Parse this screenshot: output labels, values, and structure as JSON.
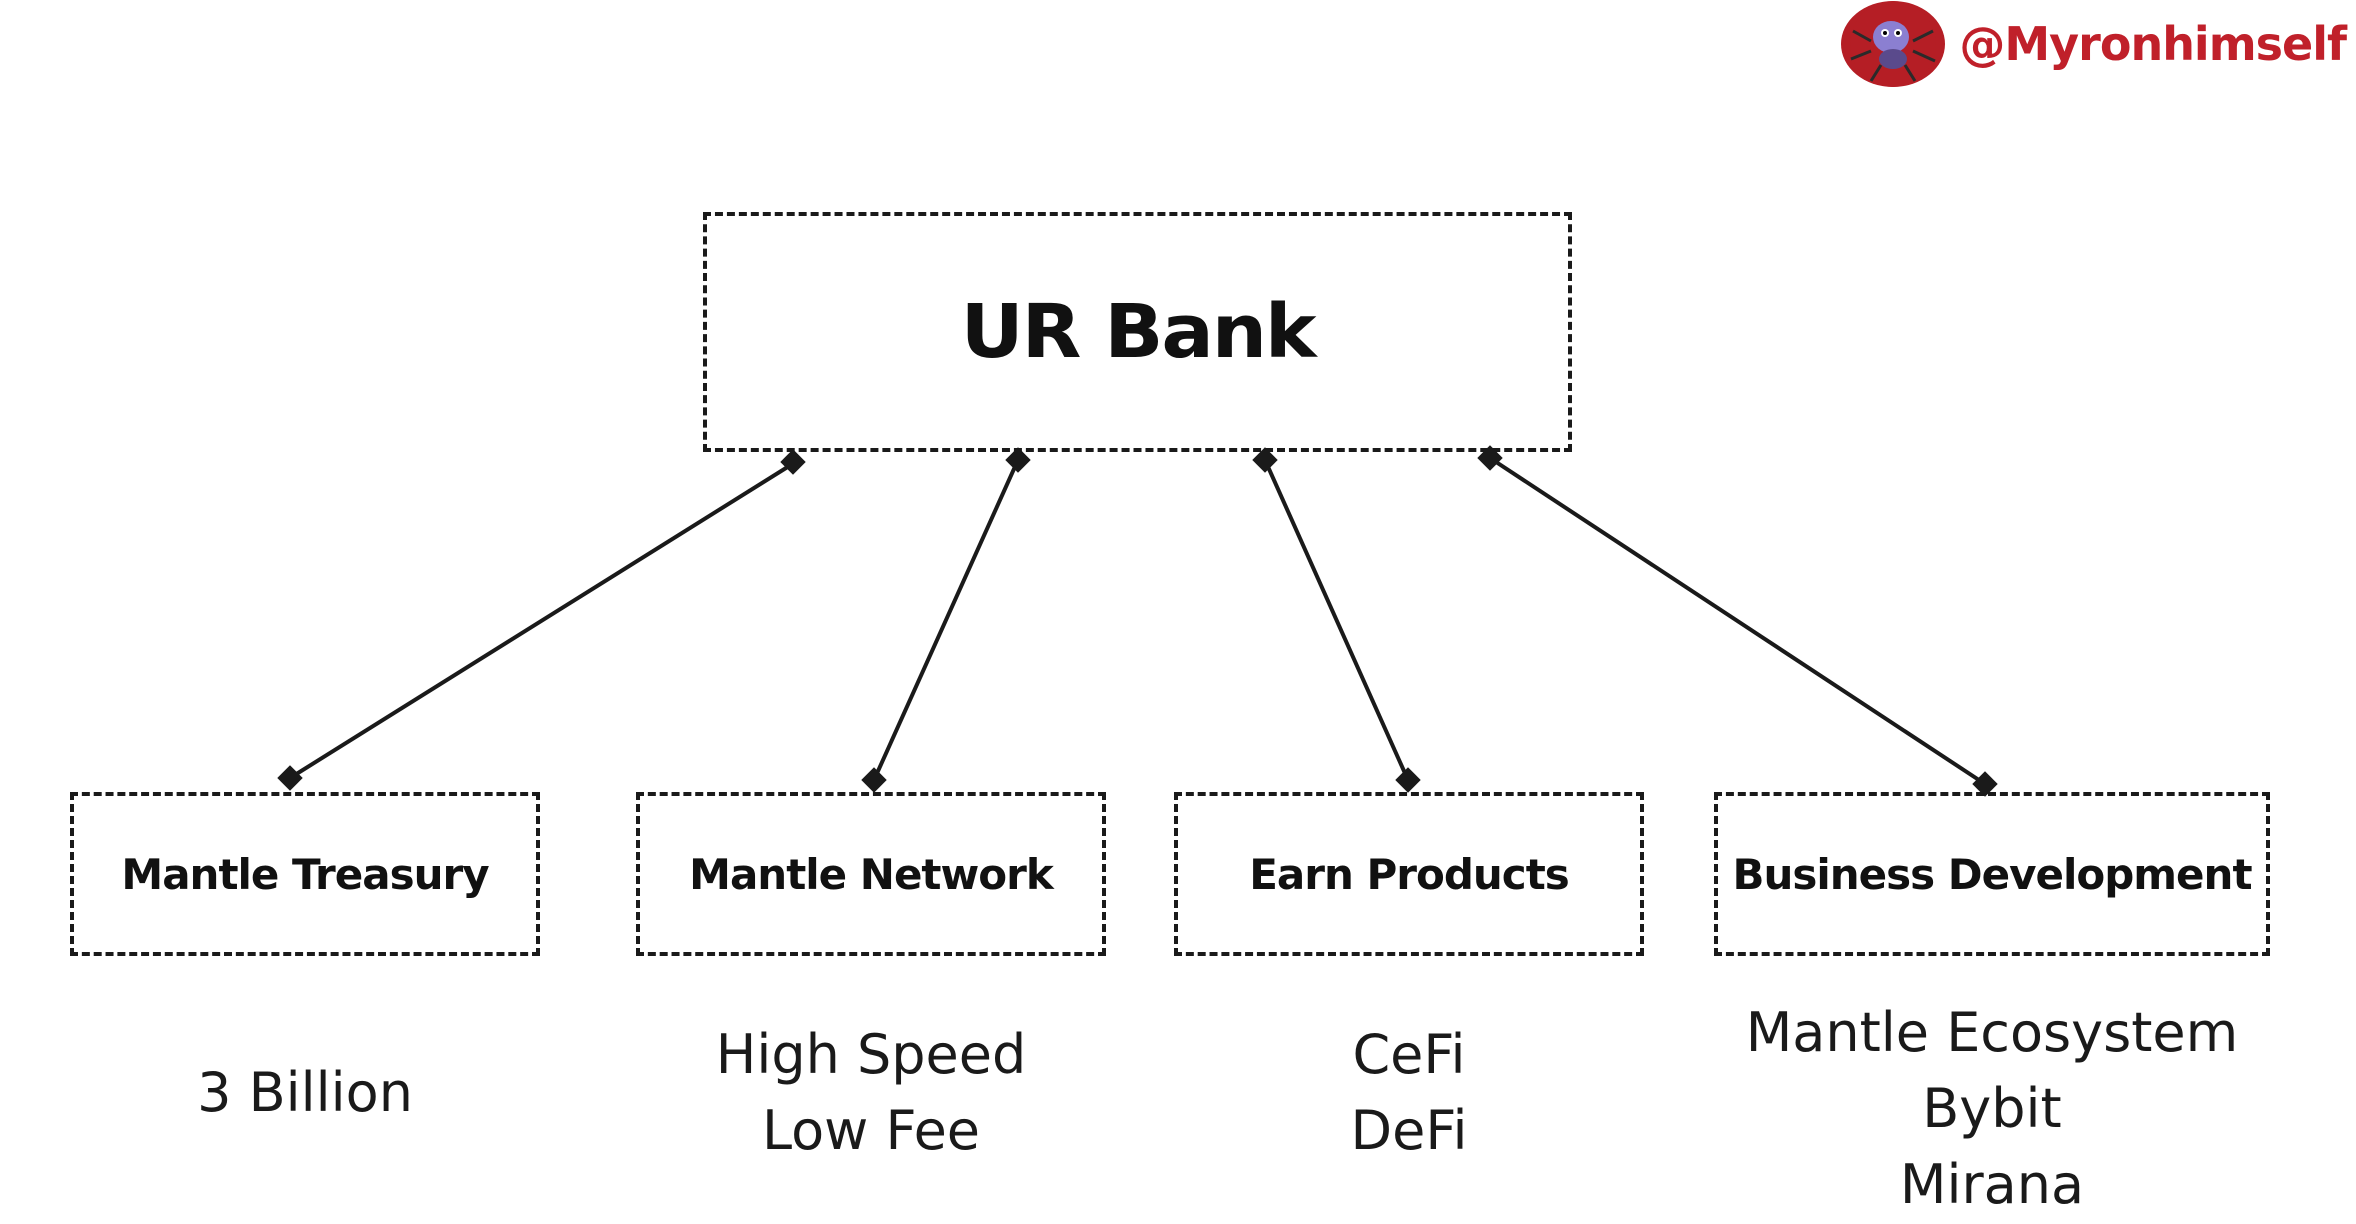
{
  "branding": {
    "handle": "@Myronhimself",
    "handle_color": "#c0202a",
    "avatar_icon": "spider-mascot-icon",
    "avatar_color": "#b51e25"
  },
  "diagram": {
    "root": {
      "label": "UR Bank"
    },
    "children": [
      {
        "label": "Mantle Treasury",
        "details": [
          "3 Billion"
        ]
      },
      {
        "label": "Mantle Network",
        "details": [
          "High Speed",
          "Low Fee"
        ]
      },
      {
        "label": "Earn Products",
        "details": [
          "CeFi",
          "DeFi"
        ]
      },
      {
        "label": "Business Development",
        "details": [
          "Mantle Ecosystem",
          "Bybit",
          "Mirana"
        ]
      }
    ],
    "edge_style": "bidirectional-diamond",
    "stroke_color": "#1a1a1a"
  }
}
